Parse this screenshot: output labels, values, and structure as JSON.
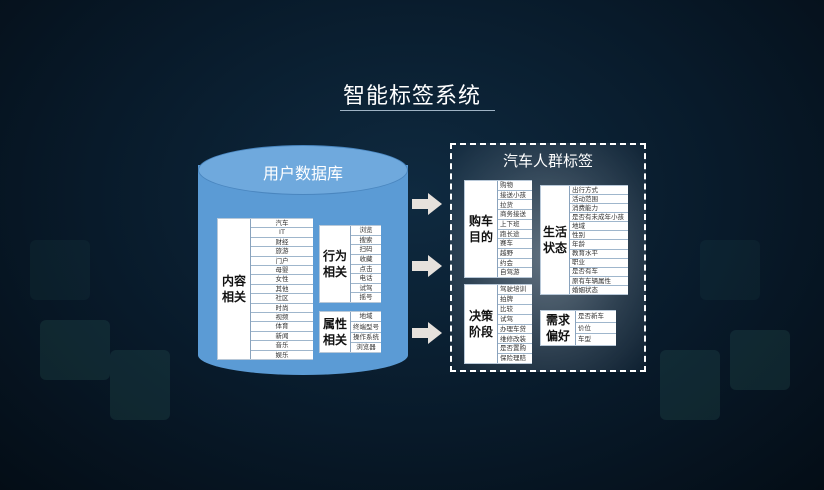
{
  "title": "智能标签系统",
  "database": {
    "label": "用户数据库",
    "content": {
      "category": "内容\n相关",
      "items": [
        "汽车",
        "IT",
        "财经",
        "旅游",
        "门户",
        "母婴",
        "女性",
        "其他",
        "社区",
        "时尚",
        "视频",
        "体育",
        "新闻",
        "音乐",
        "娱乐"
      ]
    },
    "behavior": {
      "category": "行为\n相关",
      "items": [
        "浏览",
        "搜索",
        "扫码",
        "收藏",
        "点击",
        "电话",
        "试驾",
        "摇号"
      ]
    },
    "attribute": {
      "category": "属性\n相关",
      "items": [
        "地域",
        "终端型号",
        "操作系统",
        "浏览器"
      ]
    }
  },
  "car_group": {
    "title": "汽车人群标签",
    "purchase_purpose": {
      "category": "购车\n目的",
      "items": [
        "购物",
        "接送小孩",
        "拉货",
        "商务接送",
        "上下班",
        "跑长途",
        "赛车",
        "越野",
        "约会",
        "自驾游"
      ]
    },
    "life_state": {
      "category": "生活\n状态",
      "items": [
        "出行方式",
        "活动范围",
        "消费能力",
        "是否有未成年小孩",
        "地域",
        "性别",
        "年龄",
        "教育水平",
        "职业",
        "是否有车",
        "原有车辆属性",
        "婚姻状态"
      ]
    },
    "decision_stage": {
      "category": "决策\n阶段",
      "items": [
        "驾驶培训",
        "拍牌",
        "比较",
        "试驾",
        "办理车贷",
        "维修改装",
        "是否置购",
        "保险理赔"
      ]
    },
    "demand_pref": {
      "category": "需求\n偏好",
      "items": [
        "是否新车",
        "价位",
        "车型"
      ]
    }
  },
  "colors": {
    "database": "#5b9bd5",
    "arrow": "#e6e1dc",
    "dashed_border": "#ffffff"
  }
}
